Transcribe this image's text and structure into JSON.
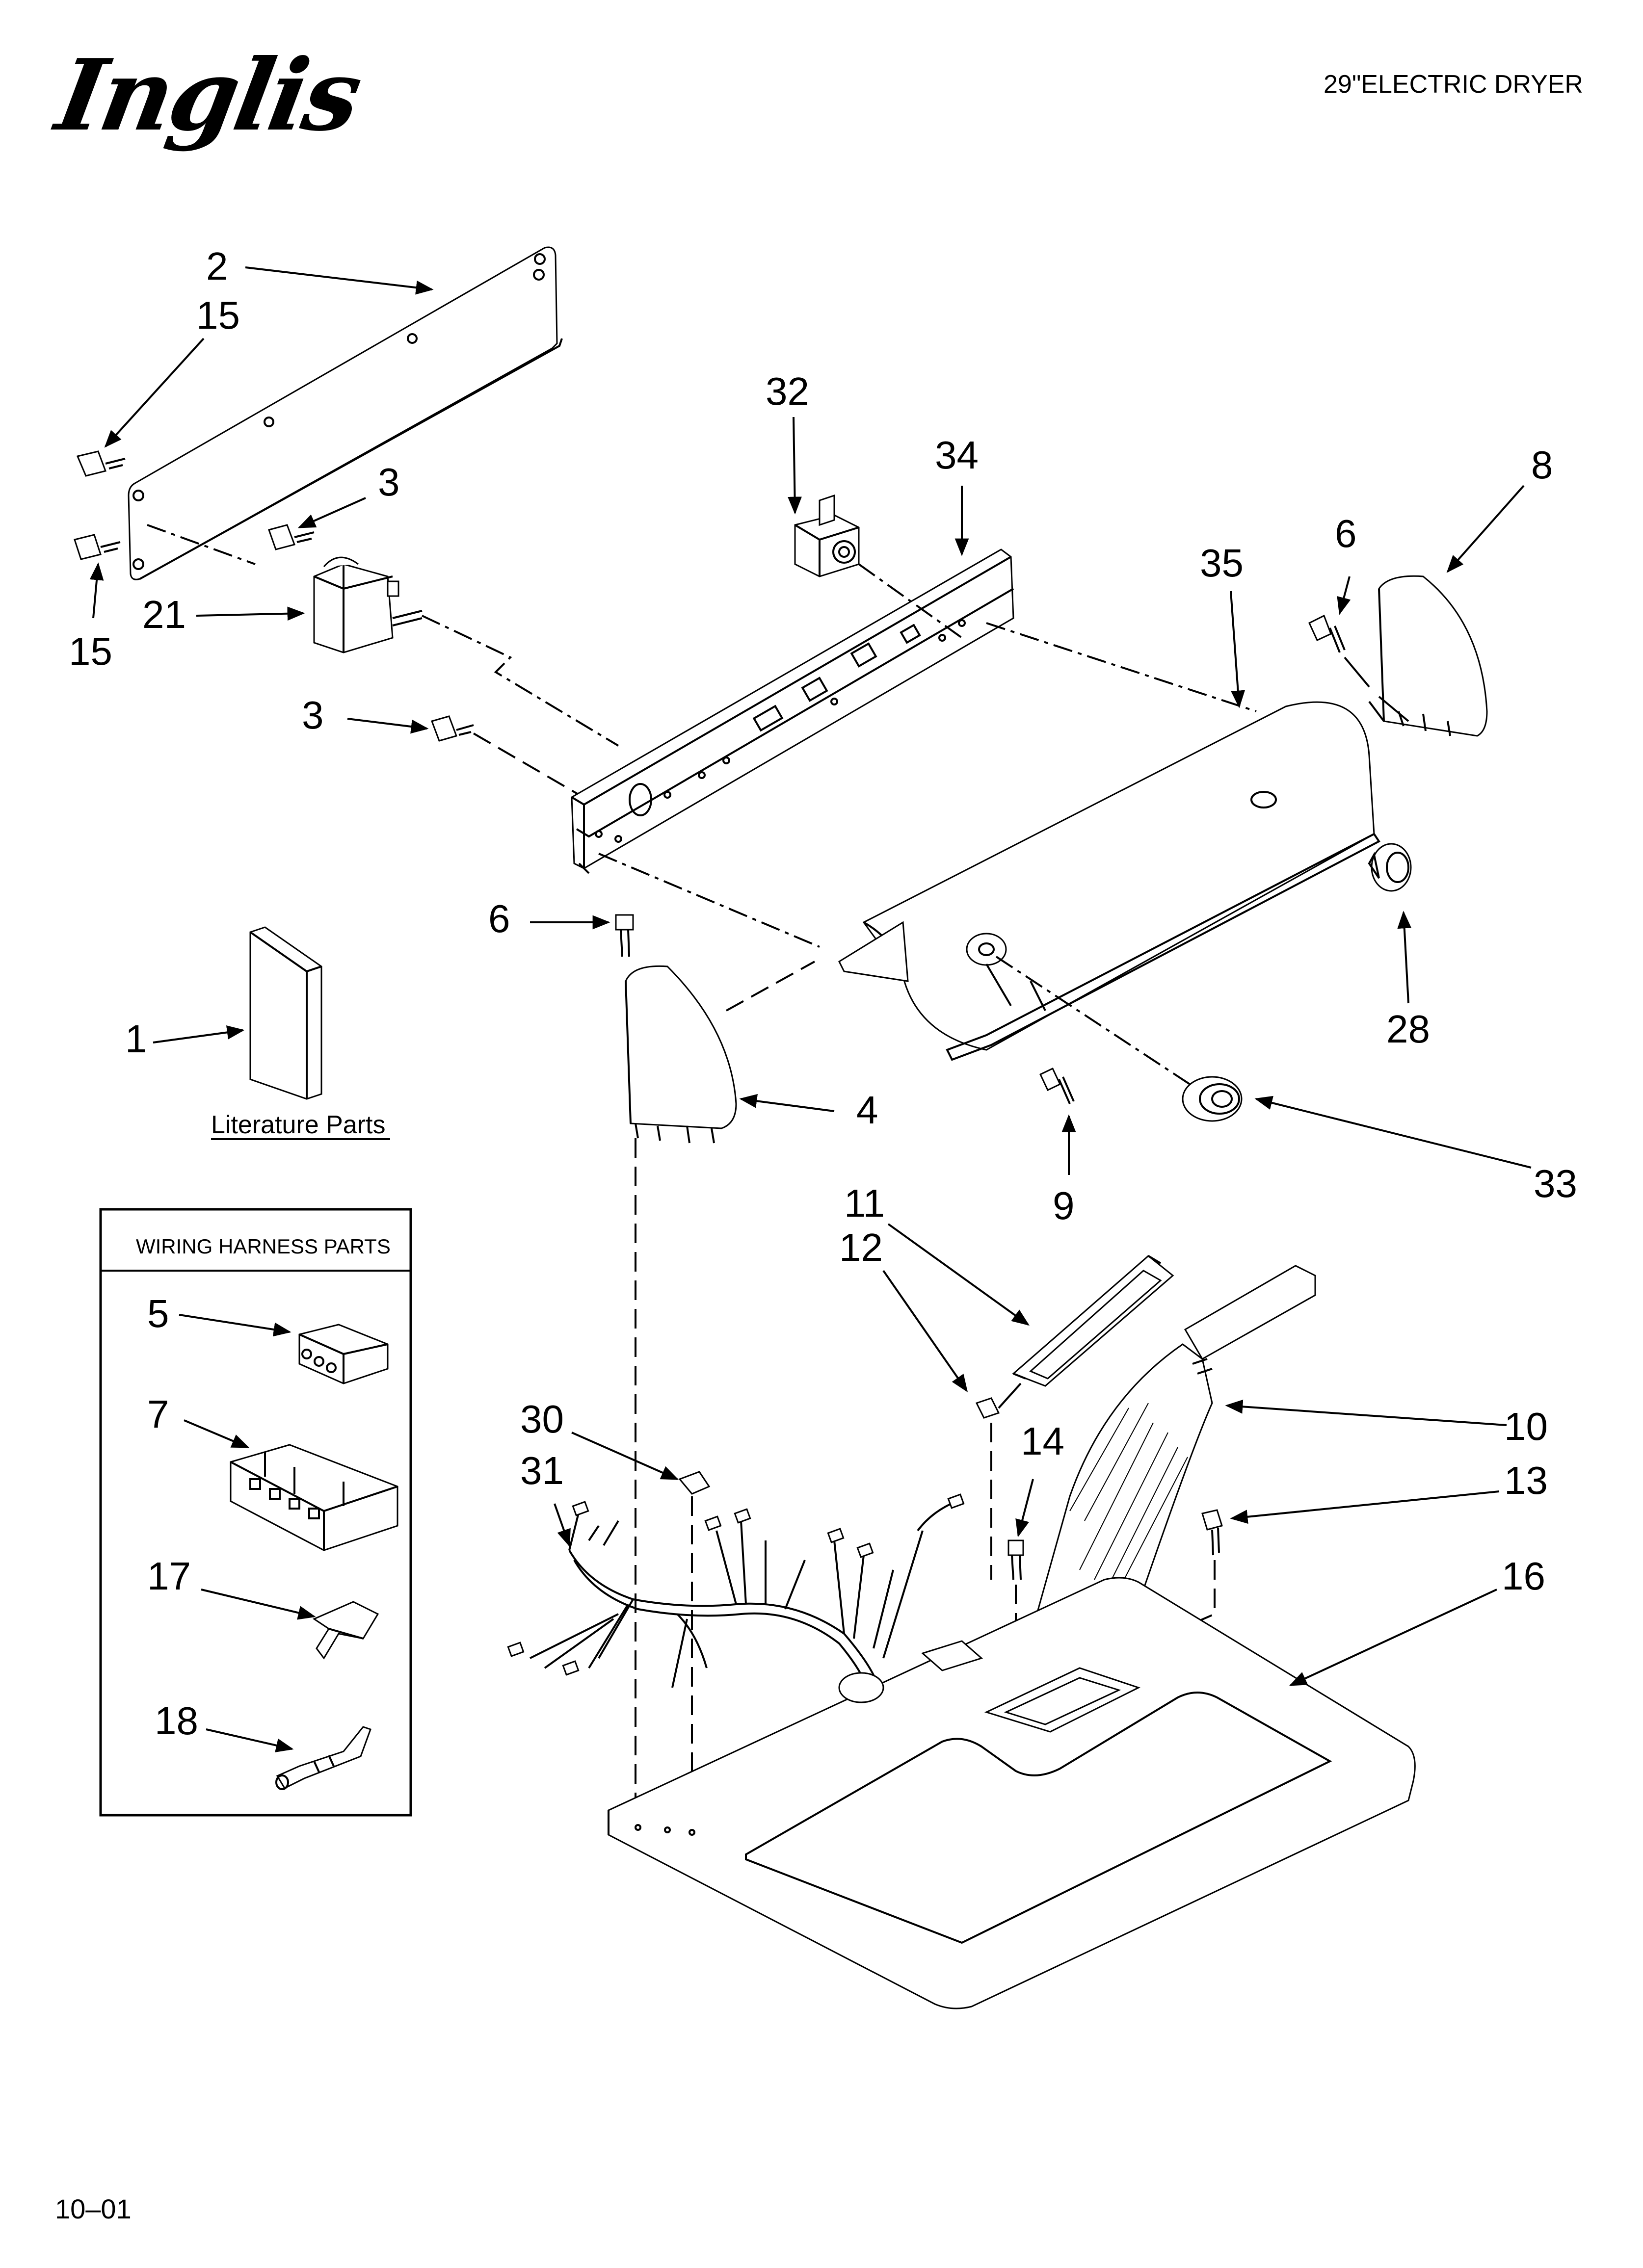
{
  "header": {
    "brand_logo": "Inglis",
    "title": "29\"ELECTRIC DRYER"
  },
  "footer": {
    "date_code": "10–01"
  },
  "literature": {
    "label": "Literature Parts"
  },
  "wiring_box": {
    "title": "WIRING HARNESS PARTS"
  },
  "callouts": {
    "c1": "1",
    "c2": "2",
    "c3a": "3",
    "c3b": "3",
    "c4": "4",
    "c5": "5",
    "c6a": "6",
    "c6b": "6",
    "c7": "7",
    "c8": "8",
    "c9": "9",
    "c10": "10",
    "c11": "11",
    "c12": "12",
    "c13": "13",
    "c14": "14",
    "c15a": "15",
    "c15b": "15",
    "c16": "16",
    "c17": "17",
    "c18": "18",
    "c21": "21",
    "c28": "28",
    "c30": "30",
    "c31": "31",
    "c32": "32",
    "c33": "33",
    "c34": "34",
    "c35": "35"
  }
}
